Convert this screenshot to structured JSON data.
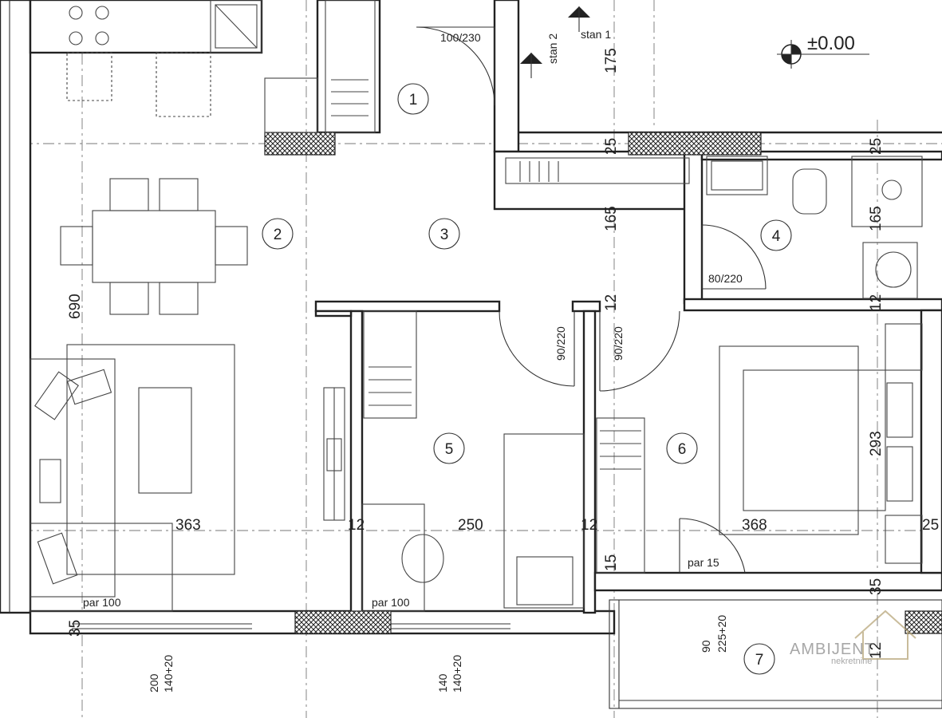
{
  "level": {
    "label": "±0.00"
  },
  "rooms": [
    {
      "number": "1"
    },
    {
      "number": "2"
    },
    {
      "number": "3"
    },
    {
      "number": "4"
    },
    {
      "number": "5"
    },
    {
      "number": "6"
    },
    {
      "number": "7"
    }
  ],
  "stairs": {
    "stan1": "stan 1",
    "stan2": "stan 2"
  },
  "doors": {
    "entrance": "100/230",
    "bathroom": "80/220",
    "bedroom5": "90/220",
    "bedroom6": "90/220"
  },
  "windows": {
    "w_living": "par 100",
    "w_room5": "par 100",
    "w_room6": "par 15",
    "sill_living": "200",
    "size_living": "140+20",
    "sill_room5": "140",
    "size_room5": "140+20",
    "sill_room6": "90",
    "size_room6": "225+20"
  },
  "dimensions": {
    "d175": "175",
    "d25a": "25",
    "d25b": "25",
    "d165a": "165",
    "d165b": "165",
    "d690": "690",
    "d12a": "12",
    "d12b": "12",
    "d12c": "12",
    "d12d": "12",
    "d363": "363",
    "d250": "250",
    "d368": "368",
    "d293": "293",
    "d25c": "25",
    "d15": "15",
    "d35a": "35",
    "d35b": "35",
    "d12e": "12"
  },
  "brand": {
    "name": "AMBIJENT",
    "sub": "nekretnine"
  }
}
